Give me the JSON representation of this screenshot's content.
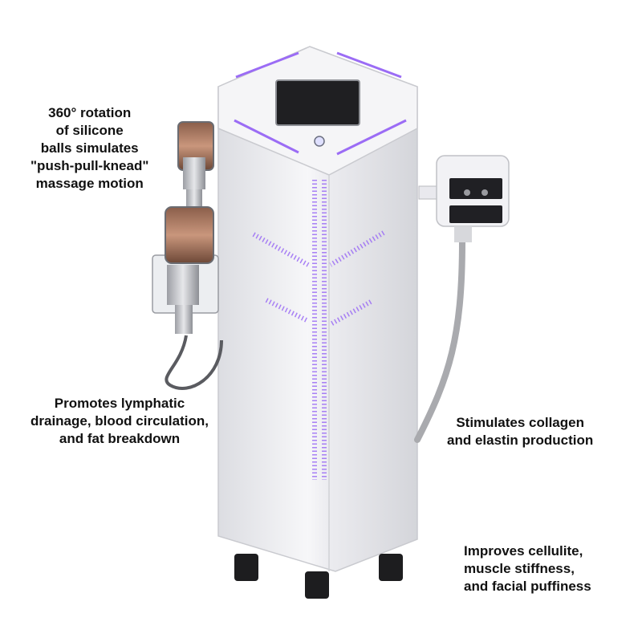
{
  "captions": {
    "rotation": [
      "360° rotation",
      "of silicone",
      "balls simulates",
      "\"push-pull-knead\"",
      "massage motion"
    ],
    "lymphatic": [
      "Promotes lymphatic",
      "drainage, blood circulation,",
      "and fat breakdown"
    ],
    "collagen": [
      "Stimulates collagen",
      "and elastin production"
    ],
    "cellulite": [
      "Improves cellulite,",
      "muscle stiffness,",
      "and facial puffiness"
    ]
  },
  "colors": {
    "accent_led": "#9b6cf5",
    "body": "#f3f3f5",
    "text": "#111111"
  }
}
